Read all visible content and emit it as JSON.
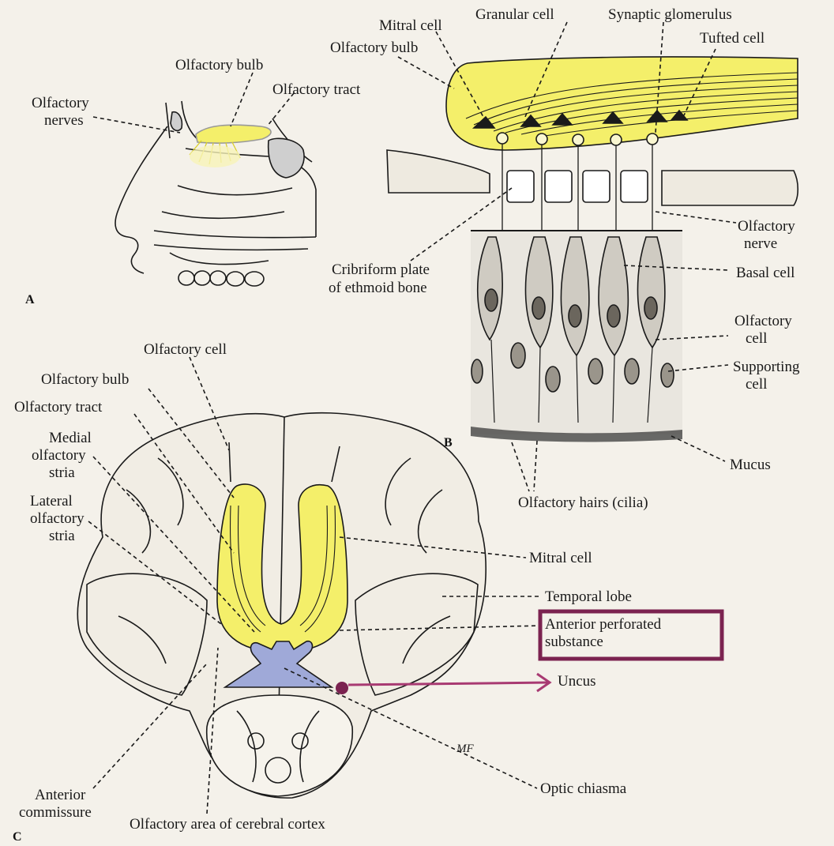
{
  "colors": {
    "bulb_yellow": "#f4ef6a",
    "chiasma_blue": "#9fa9d8",
    "highlight": "#7b2350",
    "ink": "#1a1a1a",
    "paper": "#f4f1ea"
  },
  "panels": {
    "a": "A",
    "b": "B",
    "c": "C"
  },
  "panel_a": {
    "olfactory_bulb": "Olfactory bulb",
    "olfactory_tract": "Olfactory tract",
    "olfactory_nerves_1": "Olfactory",
    "olfactory_nerves_2": "nerves"
  },
  "panel_b": {
    "mitral_cell": "Mitral cell",
    "granular_cell": "Granular cell",
    "synaptic_glomerulus": "Synaptic glomerulus",
    "tufted_cell": "Tufted cell",
    "olfactory_bulb": "Olfactory bulb",
    "olfactory_nerve_1": "Olfactory",
    "olfactory_nerve_2": "nerve",
    "cribriform_1": "Cribriform plate",
    "cribriform_2": "of ethmoid bone",
    "basal_cell": "Basal cell",
    "olfactory_cell_1": "Olfactory",
    "olfactory_cell_2": "cell",
    "supporting_cell_1": "Supporting",
    "supporting_cell_2": "cell",
    "mucus": "Mucus",
    "olfactory_hairs": "Olfactory hairs (cilia)"
  },
  "panel_c": {
    "olfactory_cell": "Olfactory cell",
    "olfactory_bulb": "Olfactory bulb",
    "olfactory_tract": "Olfactory tract",
    "medial_1": "Medial",
    "medial_2": "olfactory",
    "medial_3": "stria",
    "lateral_1": "Lateral",
    "lateral_2": "olfactory",
    "lateral_3": "stria",
    "mitral_cell": "Mitral cell",
    "temporal_lobe": "Temporal lobe",
    "anterior_perforated_1": "Anterior perforated",
    "anterior_perforated_2": "substance",
    "uncus": "Uncus",
    "optic_chiasma": "Optic chiasma",
    "anterior_commissure_1": "Anterior",
    "anterior_commissure_2": "commissure",
    "olfactory_area": "Olfactory area of cerebral cortex",
    "signature": "MF"
  }
}
